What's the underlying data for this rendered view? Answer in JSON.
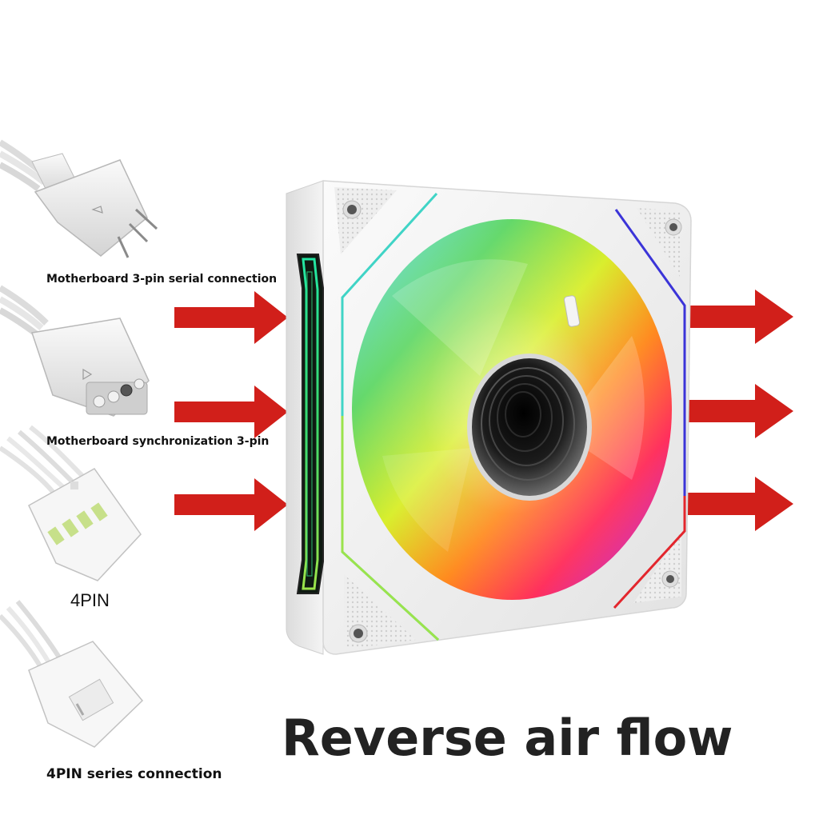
{
  "connectors": {
    "serial_3pin_label": "Motherboard 3-pin serial connection",
    "sync_3pin_label": "Motherboard synchronization 3-pin",
    "fourpin_label": "4PIN",
    "fourpin_series_label": "4PIN series connection"
  },
  "headline": "Reverse air flow",
  "colors": {
    "arrow": "#d11f1a",
    "fan_body": "#efefef",
    "text": "#111111"
  },
  "icons": [
    "red-arrow-icon"
  ]
}
